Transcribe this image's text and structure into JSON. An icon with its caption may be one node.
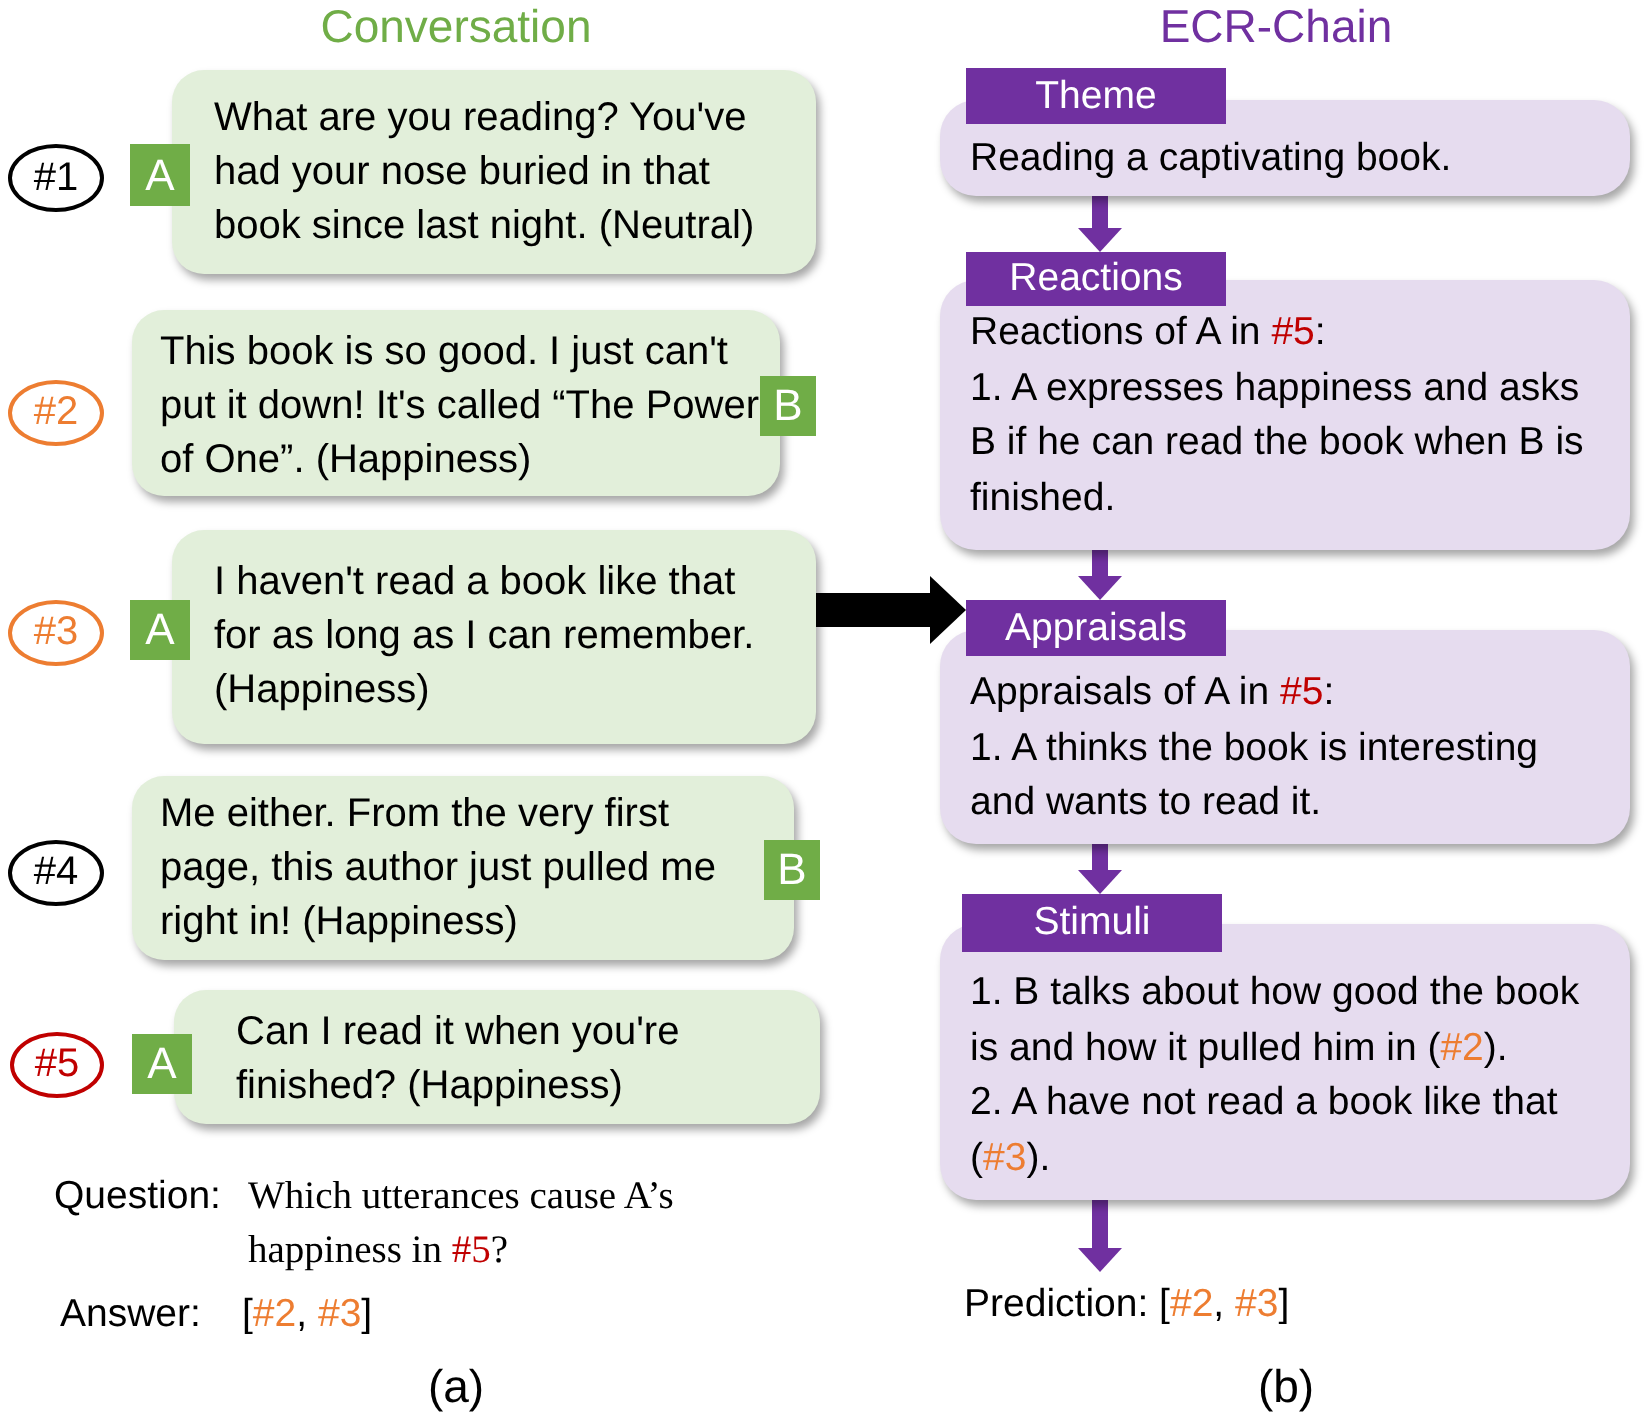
{
  "diagram": {
    "nodes": [
      {
        "text": [
          "#1"
        ]
      },
      {
        "text": [
          "A"
        ]
      },
      {
        "text": [
          "What are you reading? You've had your nose buried in that book since last night. (Neutral)"
        ]
      },
      {
        "text": [
          "#2"
        ]
      },
      {
        "text": [
          "This book is so good. I just can't put it down! It's called “The Power of One”. (Happiness)"
        ]
      },
      {
        "text": [
          "B"
        ]
      },
      {
        "text": [
          "#3"
        ]
      },
      {
        "text": [
          "A"
        ]
      },
      {
        "text": [
          "I haven't read a book like that for as long as I can remember. (Happiness)"
        ]
      },
      {
        "text": [
          "#4"
        ]
      },
      {
        "text": [
          "Me either. From the very first page, this author just pulled me right in! (Happiness)"
        ]
      },
      {
        "text": [
          "B"
        ]
      },
      {
        "text": [
          "#5"
        ]
      },
      {
        "text": [
          "A"
        ]
      },
      {
        "text": [
          "Can I read it when you're finished? (Happiness)"
        ]
      },
      {
        "text": [
          "Theme"
        ]
      },
      {
        "text": [
          "Reading a captivating book."
        ]
      },
      {
        "text": [
          "Reactions"
        ]
      },
      {
        "text": [
          "Reactions of A in #5:",
          "1. A expresses happiness and asks B if he can read the book when B is finished."
        ]
      },
      {
        "text": [
          "Appraisals"
        ]
      },
      {
        "text": [
          "Appraisals of A in #5:",
          "1. A thinks the book is interesting and wants to read it."
        ]
      },
      {
        "text": [
          "Stimuli"
        ]
      },
      {
        "text": [
          "1. B talks about how good the book is and how it pulled him in (#2).",
          "2. A have not read a book like that (#3)."
        ]
      },
      {
        "text": [
          "Prediction: [#2, #3]"
        ]
      }
    ],
    "edges": [
      {
        "from": 16,
        "to": 17,
        "arrow": "to"
      },
      {
        "from": 18,
        "to": 19,
        "arrow": "to"
      },
      {
        "from": 20,
        "to": 21,
        "arrow": "to"
      },
      {
        "from": 22,
        "to": 23,
        "arrow": "to"
      },
      {
        "from": 8,
        "to": 19,
        "arrow": "to",
        "style": "thick",
        "color": "#000000"
      }
    ],
    "labels": [
      "Conversation",
      "ECR-Chain",
      "Question:",
      "Which utterances cause A’s happiness in #5?",
      "Answer:",
      "[#2, #3]",
      "(a)",
      "(b)"
    ]
  }
}
